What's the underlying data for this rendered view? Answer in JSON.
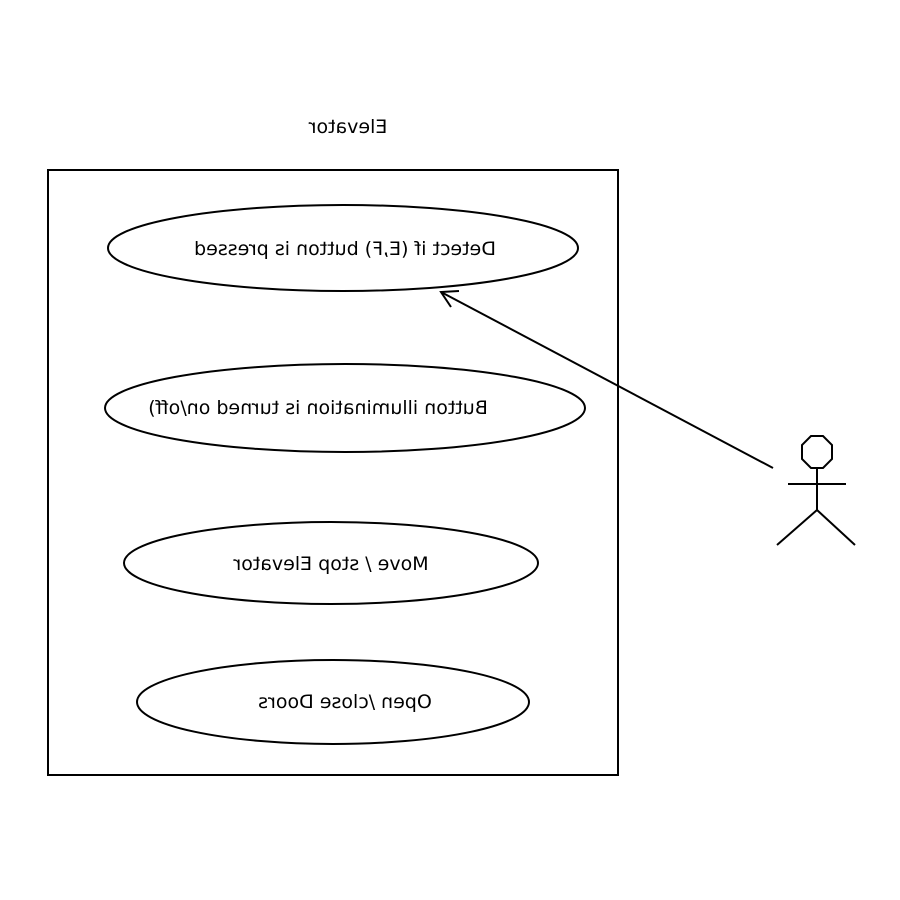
{
  "system": {
    "title": "Elevator"
  },
  "use_cases": [
    {
      "label": "Detect if (E,F) button is pressed"
    },
    {
      "label": "Button illumination is turned on/off)"
    },
    {
      "label": "Move / stop Elevator"
    },
    {
      "label": "Open /close Doors"
    }
  ],
  "mirrored": true
}
